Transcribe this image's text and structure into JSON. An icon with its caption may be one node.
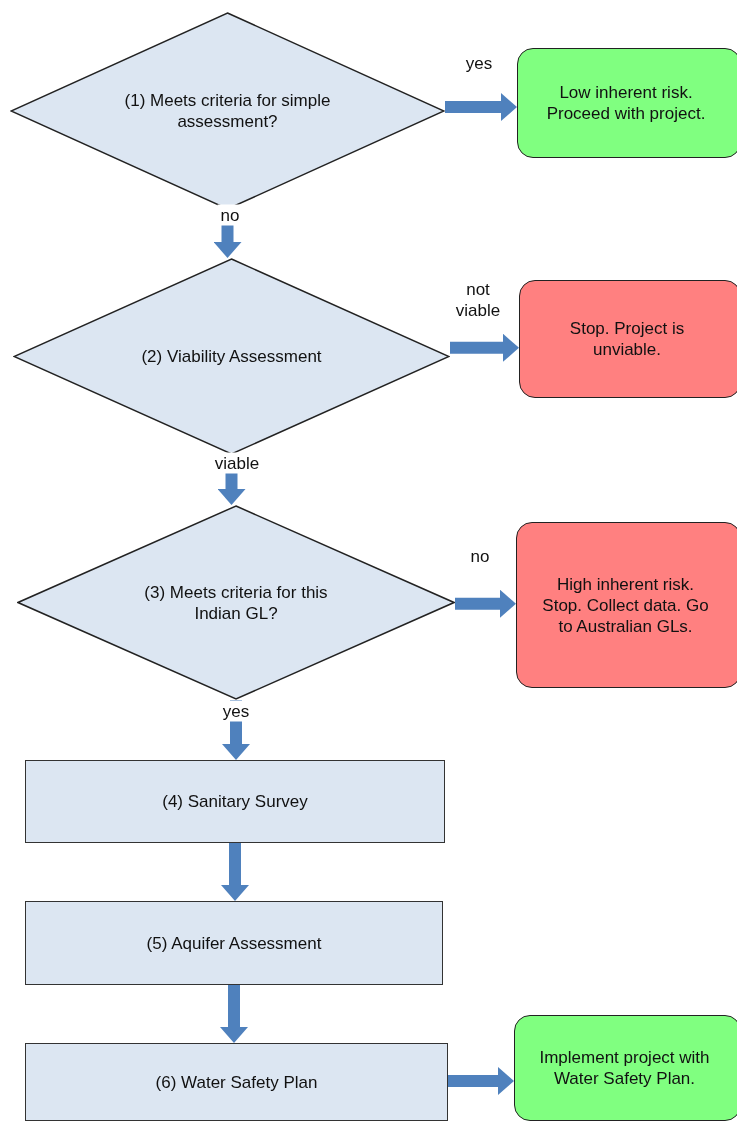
{
  "diagram": {
    "nodes": [
      {
        "text": [
          "(1) Meets criteria for simple assessment?"
        ]
      },
      {
        "text": [
          "Low inherent risk. Proceed with project."
        ]
      },
      {
        "text": [
          "(2) Viability Assessment"
        ]
      },
      {
        "text": [
          "Stop. Project is unviable."
        ]
      },
      {
        "text": [
          "(3) Meets criteria for this Indian GL?"
        ]
      },
      {
        "text": [
          "High inherent risk. Stop. Collect data. Go to Australian GLs."
        ]
      },
      {
        "text": [
          "(4) Sanitary Survey"
        ]
      },
      {
        "text": [
          "(5) Aquifer Assessment"
        ]
      },
      {
        "text": [
          "(6) Water Safety Plan"
        ]
      },
      {
        "text": [
          "Implement project with Water Safety Plan."
        ]
      }
    ],
    "edges": [
      {
        "from": 0,
        "to": 1,
        "arrow": "to",
        "label": "yes"
      },
      {
        "from": 0,
        "to": 2,
        "arrow": "to",
        "label": "no"
      },
      {
        "from": 2,
        "to": 3,
        "arrow": "to",
        "label": "not viable"
      },
      {
        "from": 2,
        "to": 4,
        "arrow": "to",
        "label": "viable"
      },
      {
        "from": 4,
        "to": 5,
        "arrow": "to",
        "label": "no"
      },
      {
        "from": 4,
        "to": 6,
        "arrow": "to",
        "label": "yes"
      },
      {
        "from": 6,
        "to": 7,
        "arrow": "to"
      },
      {
        "from": 7,
        "to": 8,
        "arrow": "to"
      },
      {
        "from": 8,
        "to": 9,
        "arrow": "to"
      }
    ]
  }
}
